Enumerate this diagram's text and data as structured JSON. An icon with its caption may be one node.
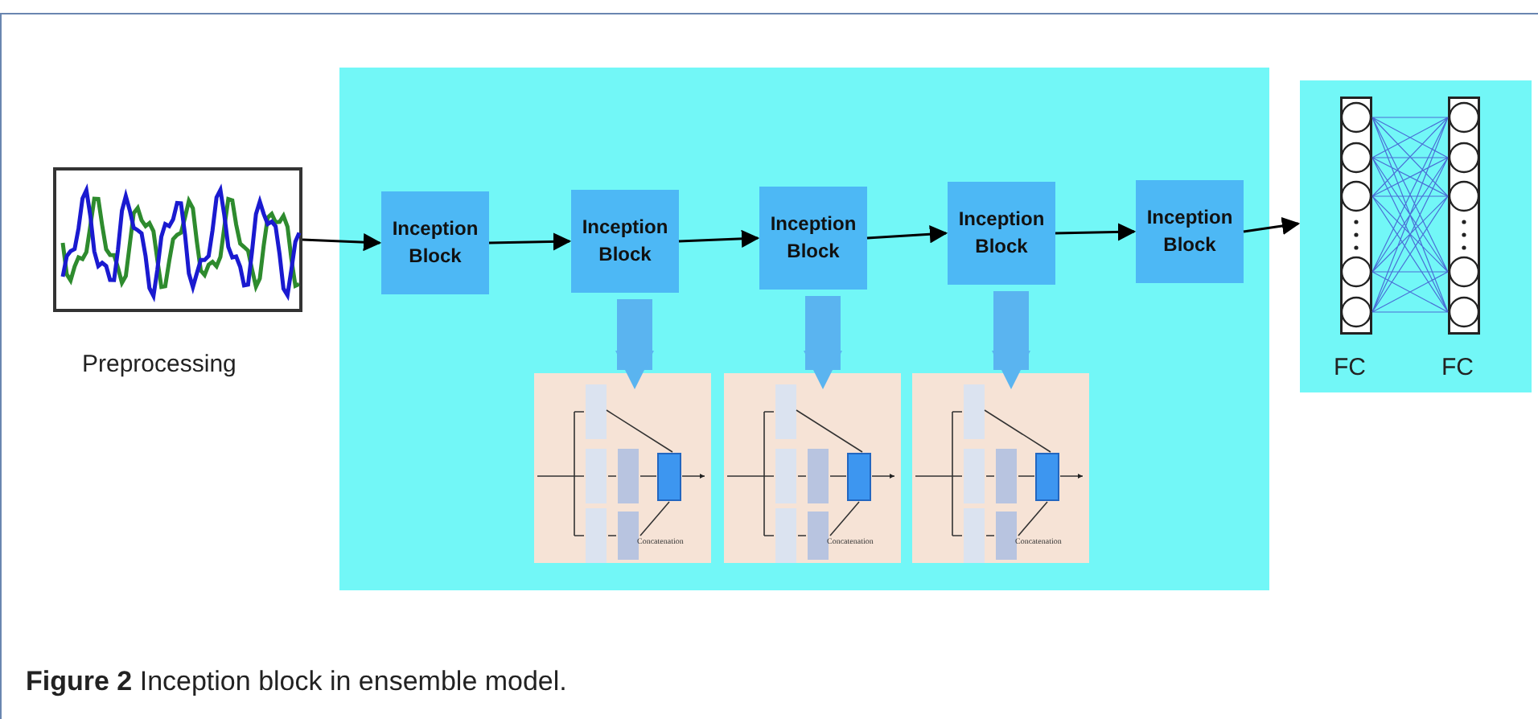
{
  "diagram": {
    "caption": "**Figure 2** Inception block in ensemble model.",
    "nodes": [
      {
        "text": [],
        "shape": "picture",
        "beside": [
          "Preprocessing"
        ]
      },
      {
        "text": [],
        "shape": "box"
      },
      {
        "text": [
          "Inception Block"
        ],
        "in": 1
      },
      {
        "text": [
          "Inception Block"
        ],
        "in": 1
      },
      {
        "text": [
          "Inception Block"
        ],
        "in": 1
      },
      {
        "text": [
          "Inception Block"
        ],
        "in": 1
      },
      {
        "text": [
          "Inception Block"
        ],
        "in": 1
      },
      {
        "text": [
          "Concatenation"
        ],
        "in": 1
      },
      {
        "text": [
          "Concatenation"
        ],
        "in": 1
      },
      {
        "text": [
          "Concatenation"
        ],
        "in": 1
      },
      {
        "text": [],
        "shape": "box"
      },
      {
        "text": [
          "FC"
        ],
        "in": 10
      },
      {
        "text": [
          "FC"
        ],
        "in": 10
      }
    ],
    "edges": [
      {
        "from": 0,
        "to": 2,
        "arrow": "to"
      },
      {
        "from": 2,
        "to": 3,
        "arrow": "to"
      },
      {
        "from": 3,
        "to": 4,
        "arrow": "to"
      },
      {
        "from": 4,
        "to": 5,
        "arrow": "to"
      },
      {
        "from": 5,
        "to": 6,
        "arrow": "to"
      },
      {
        "from": 6,
        "to": 10,
        "arrow": "to"
      },
      {
        "from": 3,
        "to": 7,
        "arrow": "to",
        "style": "thick",
        "color": "#5ab4f0"
      },
      {
        "from": 4,
        "to": 8,
        "arrow": "to",
        "style": "thick",
        "color": "#5ab4f0"
      },
      {
        "from": 5,
        "to": 9,
        "arrow": "to",
        "style": "thick",
        "color": "#5ab4f0"
      },
      {
        "from": 11,
        "to": 12,
        "arrow": "none",
        "color": "#4a6fd6"
      }
    ]
  }
}
